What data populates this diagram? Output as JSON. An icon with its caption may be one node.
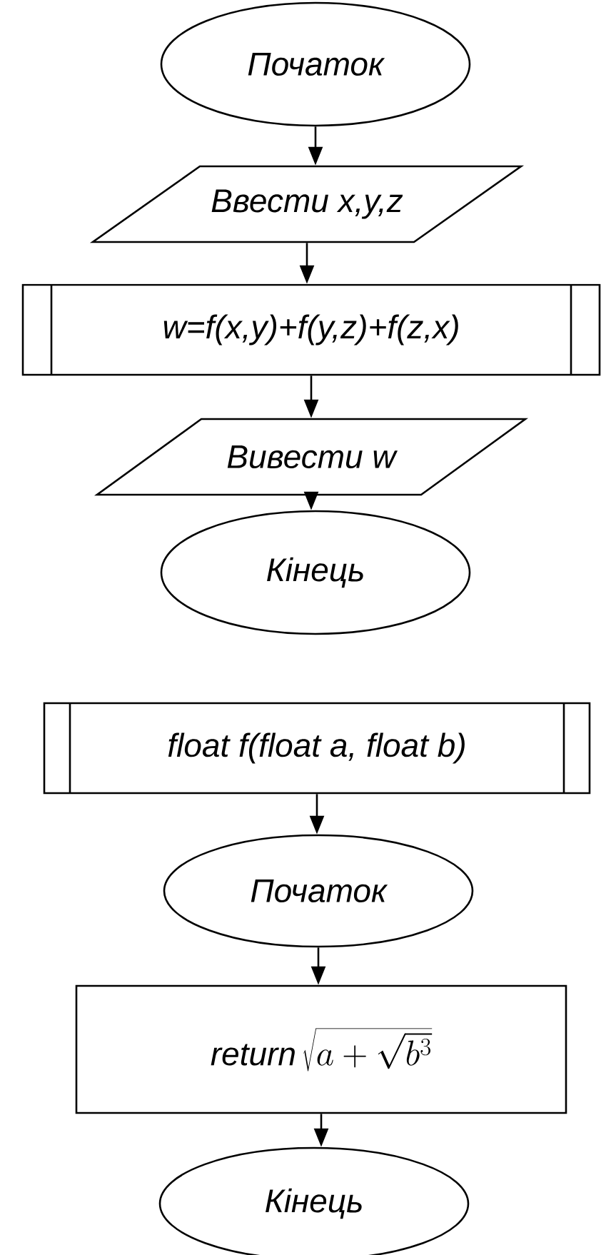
{
  "diagram": {
    "nodes": [
      {
        "text": [
          "Початок"
        ]
      },
      {
        "text": [
          "Ввести x,y,z"
        ]
      },
      {
        "text": [
          "w=f(x,y)+f(y,z)+f(z,x)"
        ]
      },
      {
        "text": [
          "Вивести w"
        ]
      },
      {
        "text": [
          "Кінець"
        ]
      },
      {
        "text": [
          "float f(float a, float b)"
        ]
      },
      {
        "text": [
          "Початок"
        ]
      },
      {
        "text": [
          "return",
          "\\sqrt{a+\\sqrt{b^3}}"
        ]
      },
      {
        "text": [
          "Кінець"
        ]
      }
    ],
    "edges": [
      {
        "from": 0,
        "to": 1,
        "arrow": "to"
      },
      {
        "from": 1,
        "to": 2,
        "arrow": "to"
      },
      {
        "from": 2,
        "to": 3,
        "arrow": "to"
      },
      {
        "from": 3,
        "to": 4,
        "arrow": "to"
      },
      {
        "from": 5,
        "to": 6,
        "arrow": "to"
      },
      {
        "from": 6,
        "to": 7,
        "arrow": "to"
      },
      {
        "from": 7,
        "to": 8,
        "arrow": "to"
      }
    ]
  }
}
